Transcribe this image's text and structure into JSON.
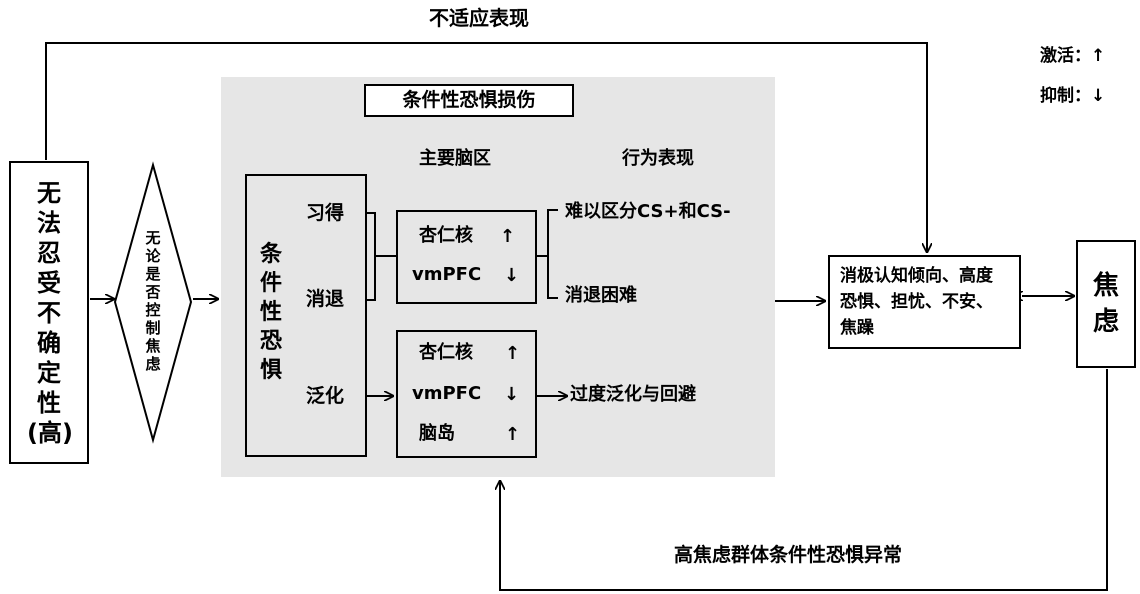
{
  "top_label": "不适应表现",
  "legend": {
    "activate": "激活：↑",
    "inhibit": "抑制：↓"
  },
  "panel_title": "条件性恐惧损伤",
  "col_brain": "主要脑区",
  "col_behavior": "行为表现",
  "left_box": "无法忍受不确定性(高)",
  "diamond": "无论是否控制焦虑",
  "cf_box": "条件性恐惧",
  "stages": {
    "acquire": "习得",
    "extinct": "消退",
    "generalize": "泛化"
  },
  "box1": {
    "amygdala": "杏仁核",
    "amygdala_arrow": "↑",
    "vmpfc": "vmPFC",
    "vmpfc_arrow": "↓"
  },
  "box2": {
    "amygdala": "杏仁核",
    "amygdala_arrow": "↑",
    "vmpfc": "vmPFC",
    "vmpfc_arrow": "↓",
    "insula": "脑岛",
    "insula_arrow": "↑"
  },
  "behaviors": {
    "b1": "难以区分CS+和CS-",
    "b2": "消退困难",
    "b3": "过度泛化与回避"
  },
  "neg_box": "消极认知倾向、高度恐惧、担忧、不安、焦躁",
  "anxiety_box": "焦虑",
  "bottom_label": "高焦虑群体条件性恐惧异常"
}
